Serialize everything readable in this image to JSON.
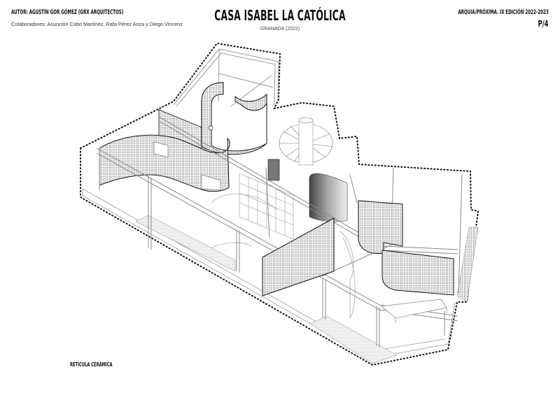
{
  "header": {
    "author": "AUTOR: AGUSTÍN GOR GÓMEZ (GRX ARQUITECTOS)",
    "collaborators": "Colaboradores: Asunción Cobo Martínez, Rafa Pérez Ariza y Diego Vincenz",
    "title": "CASA ISABEL LA CATÓLICA",
    "location": "GRANADA (2022)",
    "edition": "ARQUIA/PRÓXIMA. IX EDICIÓN 2022-2023",
    "page": "P/4"
  },
  "drawing": {
    "caption": "RETÍCULA CERÁMICA",
    "colors": {
      "line": "#111111",
      "structure": "#9a9a9a",
      "mesh": "#222222",
      "hatch": "#bbbbbb"
    }
  }
}
